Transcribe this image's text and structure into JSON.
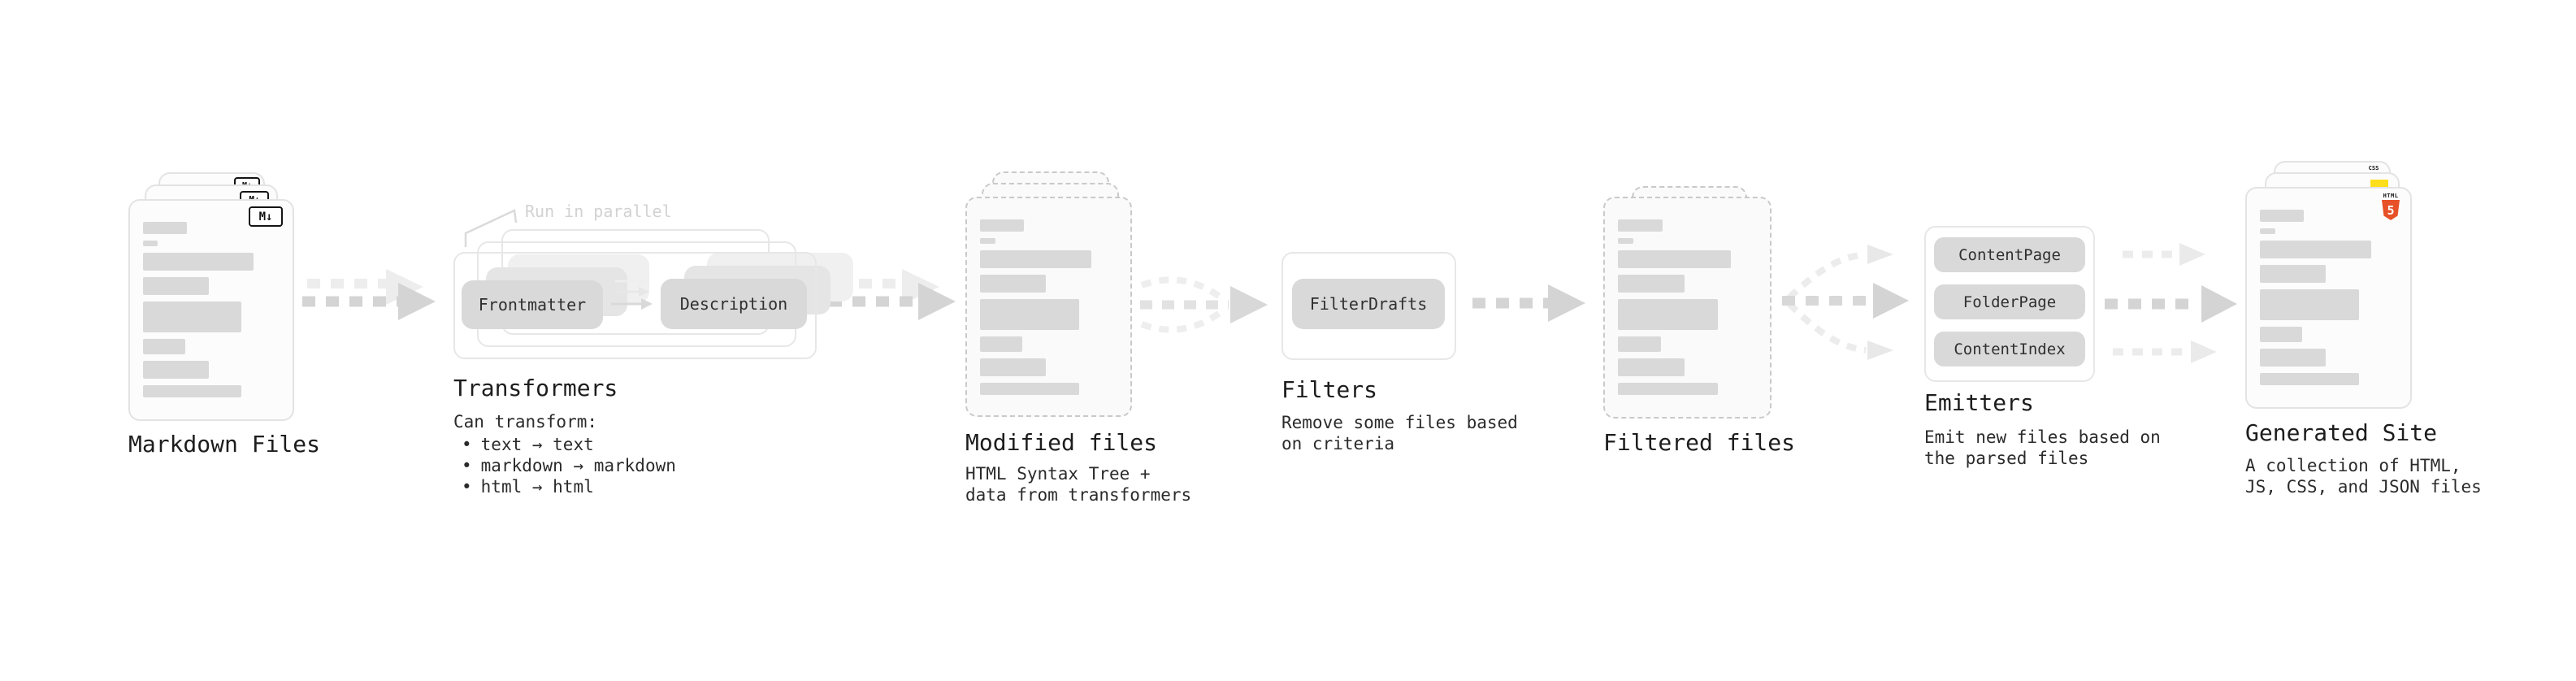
{
  "diagram": {
    "stages": [
      {
        "id": "markdown-files",
        "label": "Markdown Files",
        "file_badge": "M↓"
      },
      {
        "id": "transformers",
        "label": "Transformers",
        "annotation": "Run in parallel",
        "pill_left": "Frontmatter",
        "pill_right": "Description",
        "description": "Can transform:",
        "bullet_char": "•",
        "bullets": [
          "text → text",
          "markdown → markdown",
          "html → html"
        ]
      },
      {
        "id": "modified-files",
        "label": "Modified files",
        "description": "HTML Syntax Tree +\ndata from transformers"
      },
      {
        "id": "filters",
        "label": "Filters",
        "pill": "FilterDrafts",
        "description": "Remove some files based\non criteria"
      },
      {
        "id": "filtered-files",
        "label": "Filtered files"
      },
      {
        "id": "emitters",
        "label": "Emitters",
        "pills": [
          "ContentPage",
          "FolderPage",
          "ContentIndex"
        ],
        "description": "Emit new files based on\nthe parsed files"
      },
      {
        "id": "generated-site",
        "label": "Generated Site",
        "description": "A collection of HTML,\nJS, CSS, and JSON files",
        "badges": {
          "css_label": "CSS",
          "html_label": "HTML",
          "html_number": "5"
        }
      }
    ],
    "colors": {
      "html5_orange": "#e65127",
      "js_yellow": "#ffdf1b",
      "css_blue": "#2d6ff2",
      "arrow": "#d4d4d4",
      "arrow_light": "#ededed",
      "pill_bg": "#d9d9d9",
      "card_border": "#e3e3e3",
      "dashed_border": "#c9c9c9"
    }
  }
}
